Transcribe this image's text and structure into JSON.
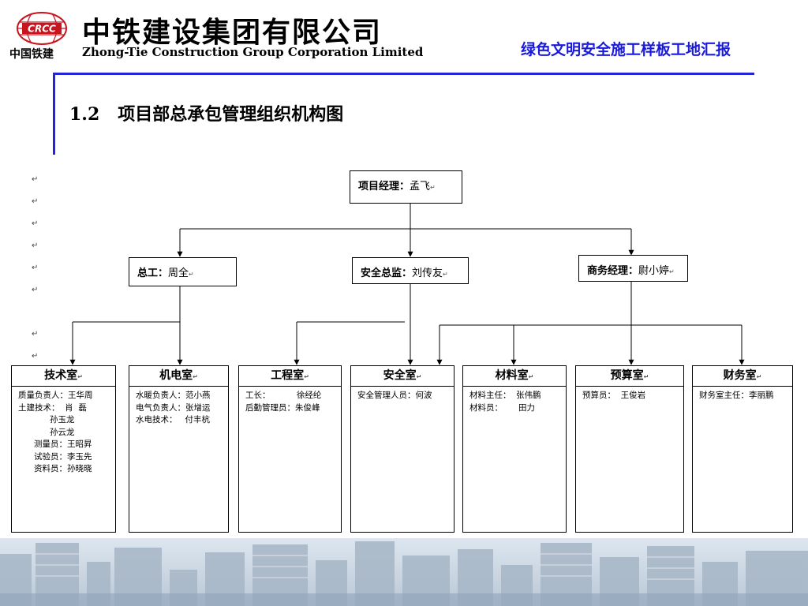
{
  "header": {
    "logo_text": "CRCC",
    "logo_cn": "中国铁建",
    "company_cn": "中铁建设集团有限公司",
    "company_en": "Zhong-Tie Construction Group Corporation Limited",
    "report_title": "绿色文明安全施工样板工地汇报"
  },
  "section": {
    "number": "1.2",
    "title": "项目部总承包管理组织机构图"
  },
  "org": {
    "manager": {
      "role": "项目经理：",
      "name": "孟飞"
    },
    "level2": [
      {
        "role": "总工：",
        "name": "周全"
      },
      {
        "role": "安全总监：",
        "name": "刘传友"
      },
      {
        "role": "商务经理：",
        "name": "尉小婷"
      }
    ],
    "departments": [
      {
        "name": "技术室",
        "lines": [
          "质量负责人：王华周",
          "土建技术：  肖  磊",
          "            孙玉龙",
          "            孙云龙",
          "      测量员：王昭昇",
          "      试验员：李玉先",
          "      资料员：孙晓晓"
        ]
      },
      {
        "name": "机电室",
        "lines": [
          "水暖负责人：范小燕",
          "电气负责人：张增运",
          "水电技术：   付丰杭"
        ]
      },
      {
        "name": "工程室",
        "lines": [
          "工长：          徐经纶",
          "后勤管理员：朱俊峰"
        ]
      },
      {
        "name": "安全室",
        "lines": [
          "安全管理人员：何波"
        ]
      },
      {
        "name": "材料室",
        "lines": [
          "材料主任：  张伟鹏",
          "材料员：      田力"
        ]
      },
      {
        "name": "预算室",
        "lines": [
          "预算员：  王俊岩"
        ]
      },
      {
        "name": "财务室",
        "lines": [
          "财务室主任：李丽鹏"
        ]
      }
    ]
  },
  "return_mark": "↵"
}
